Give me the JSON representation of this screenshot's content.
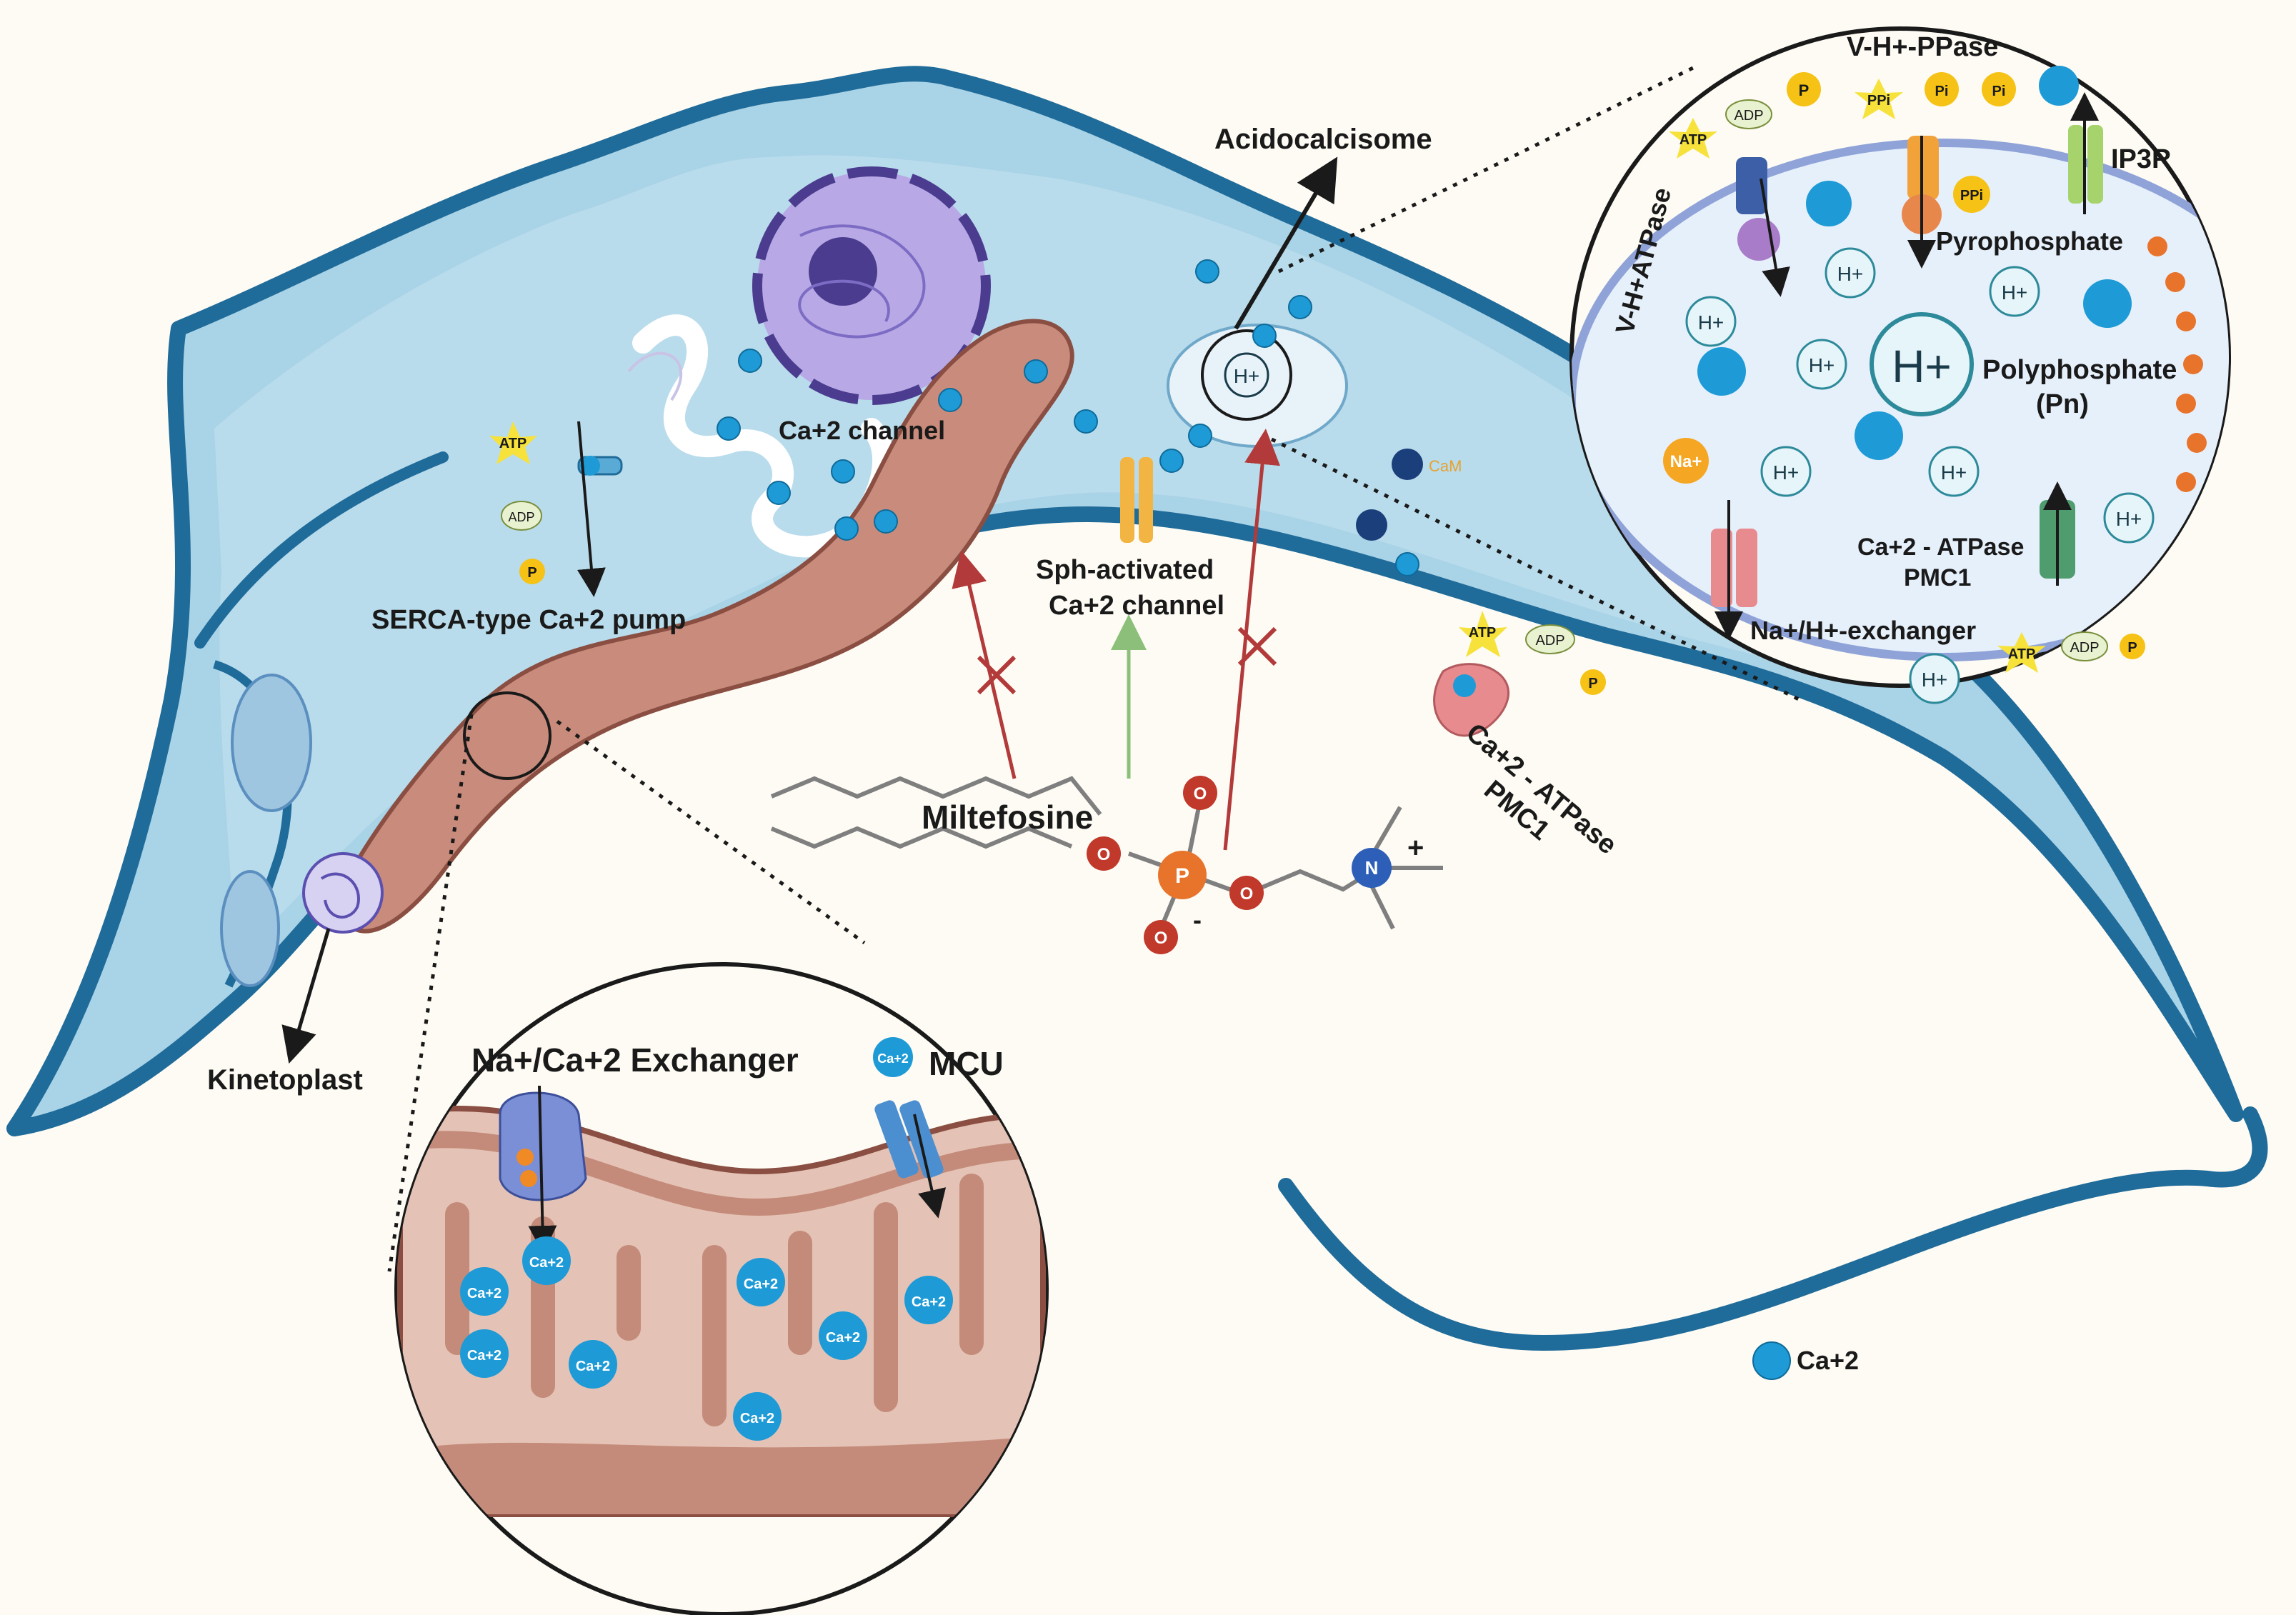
{
  "labels": {
    "acidocalcisome": "Acidocalcisome",
    "ca_channel": "Ca+2 channel",
    "serca_pump": "SERCA-type Ca+2 pump",
    "sph_channel_line1": "Sph-activated",
    "sph_channel_line2": "Ca+2 channel",
    "miltefosine": "Miltefosine",
    "pmc1_line1": "Ca+2 - ATPase",
    "pmc1_line2": "PMC1",
    "kinetoplast": "Kinetoplast",
    "nca_exchanger": "Na+/Ca+2 Exchanger",
    "mcu": "MCU",
    "legend_ca": "Ca+2"
  },
  "acidocalcisome_inset": {
    "v_h_ppase": "V-H+-PPase",
    "v_h_atpase": "V-H+ATPase",
    "ip3r": "IP3R",
    "pyrophosphate": "Pyrophosphate",
    "polyphosphate_line1": "Polyphosphate",
    "polyphosphate_line2": "(Pn)",
    "ca_atpase_line1": "Ca+2 - ATPase",
    "ca_atpase_line2": "PMC1",
    "na_h_exchanger": "Na+/H+-exchanger",
    "atp": "ATP",
    "adp": "ADP",
    "p": "P",
    "ppi": "PPi",
    "pi": "Pi",
    "h_plus": "H+",
    "na_plus": "Na+"
  },
  "small_tags": {
    "atp": "ATP",
    "adp": "ADP",
    "p": "P",
    "cam": "CaM",
    "ca_ion": "Ca+2",
    "n": "N",
    "o": "O",
    "phosphorus": "P",
    "plus": "+",
    "minus": "-",
    "h_plus": "H+"
  },
  "colors": {
    "background": "#fdfbf3",
    "outer_membrane": "#1f6b9a",
    "cytoplasm": "#a9d3e6",
    "inner_cytoplasm": "#cfe9f3",
    "calcium": "#1e9ad6",
    "mitochondrion": "#c98c7c",
    "nucleus": "#8f7ed0",
    "inhibition": "#b23a3a",
    "activation": "#8cc07a"
  }
}
